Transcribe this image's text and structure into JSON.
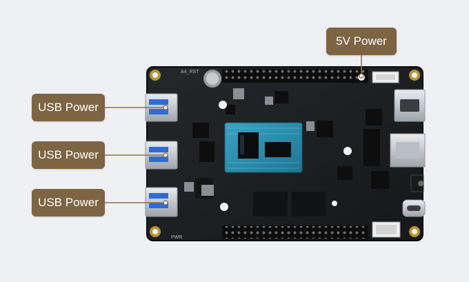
{
  "callouts": {
    "usb_1": "USB Power",
    "usb_2": "USB Power",
    "usb_3": "USB Power",
    "power_5v": "5V Power"
  },
  "board_silkscreen": {
    "top_label": "A4_RST",
    "bottom_label": "PWR"
  },
  "colors": {
    "background": "#eef0f4",
    "callout_fill": "#7d6442",
    "pcb": "#1c1d1f",
    "usb_tongue": "#2f6bd2",
    "cpu_substrate": "#2c8fb0"
  }
}
